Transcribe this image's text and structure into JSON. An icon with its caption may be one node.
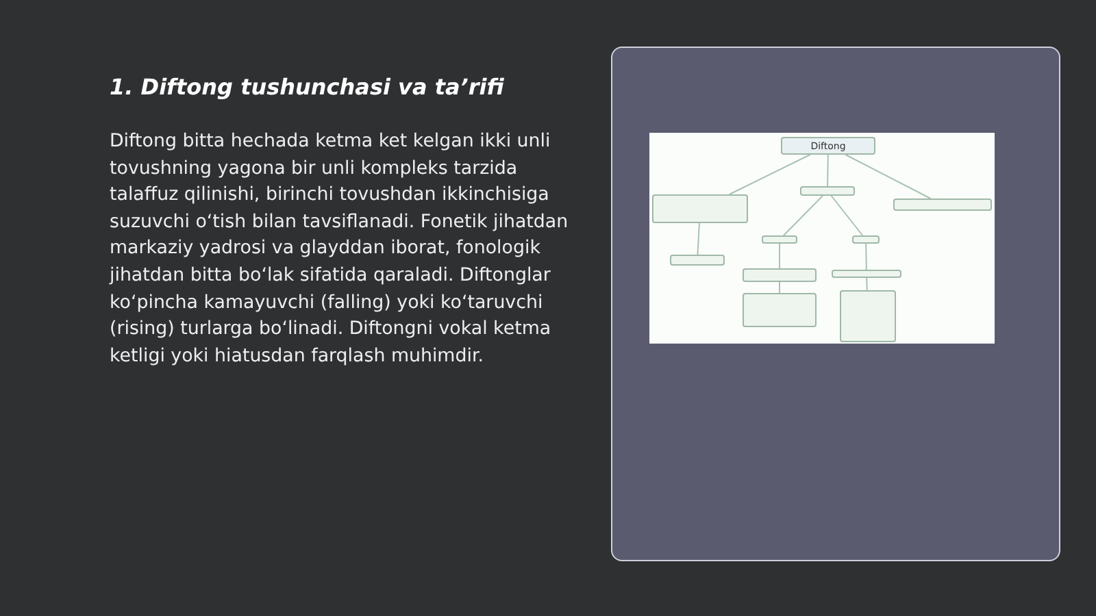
{
  "diagram": {
    "title": "1. Diftong tushunchasi va ta’rifi",
    "nodes": [
      {
        "text": [
          "Diftong"
        ]
      },
      {
        "text": [],
        "shape": "box"
      },
      {
        "text": [],
        "shape": "box"
      },
      {
        "text": [],
        "shape": "box"
      },
      {
        "text": [],
        "shape": "box"
      },
      {
        "text": [],
        "shape": "box"
      },
      {
        "text": [],
        "shape": "box"
      },
      {
        "text": [],
        "shape": "box"
      },
      {
        "text": [],
        "shape": "box"
      },
      {
        "text": [],
        "shape": "box"
      },
      {
        "text": [],
        "shape": "box"
      }
    ],
    "edges": [
      {
        "from": 0,
        "to": 1,
        "arrow": "none"
      },
      {
        "from": 0,
        "to": 2,
        "arrow": "none"
      },
      {
        "from": 0,
        "to": 3,
        "arrow": "none"
      },
      {
        "from": 1,
        "to": 4,
        "arrow": "none"
      },
      {
        "from": 2,
        "to": 5,
        "arrow": "none"
      },
      {
        "from": 2,
        "to": 6,
        "arrow": "none"
      },
      {
        "from": 5,
        "to": 7,
        "arrow": "none"
      },
      {
        "from": 6,
        "to": 8,
        "arrow": "none"
      },
      {
        "from": 7,
        "to": 9,
        "arrow": "none"
      },
      {
        "from": 8,
        "to": 10,
        "arrow": "none"
      }
    ],
    "labels": [
      "Diftong bitta hechada ketma ket kelgan ikki unli tovushning yagona bir unli kompleks tarzida talaffuz qilinishi, birinchi tovushdan ikkinchisiga suzuvchi o‘tish bilan tavsiflanadi. Fonetik jihatdan markaziy yadrosi va glayddan iborat, fonologik jihatdan bitta bo‘lak sifatida qaraladi. Diftonglar ko‘pincha kamayuvchi (falling) yoki ko‘taruvchi (rising) turlarga bo‘linadi. Diftongni vokal ketma ketligi yoki hiatusdan farqlash muhimdir."
    ]
  }
}
